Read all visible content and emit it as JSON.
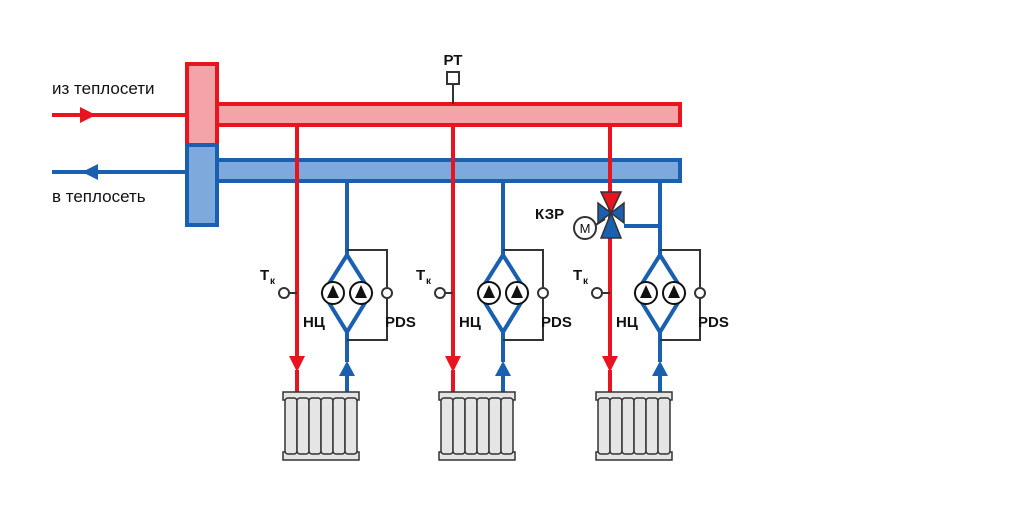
{
  "labels": {
    "from_network": "из теплосети",
    "to_network": "в теплосеть",
    "pressure_sensor": "РТ",
    "three_way_valve": "КЗР",
    "motor": "M",
    "temp_sensor_main": "Т",
    "temp_sensor_sub": "к",
    "pump_group": "НЦ",
    "diff_pressure": "PDS"
  },
  "colors": {
    "supply": "#e8141f",
    "supply_fill": "#f4a3a8",
    "return": "#1b5fb0",
    "return_fill": "#7ea9dc",
    "radiator_fill": "#e5e5e5",
    "stroke": "#333333"
  }
}
